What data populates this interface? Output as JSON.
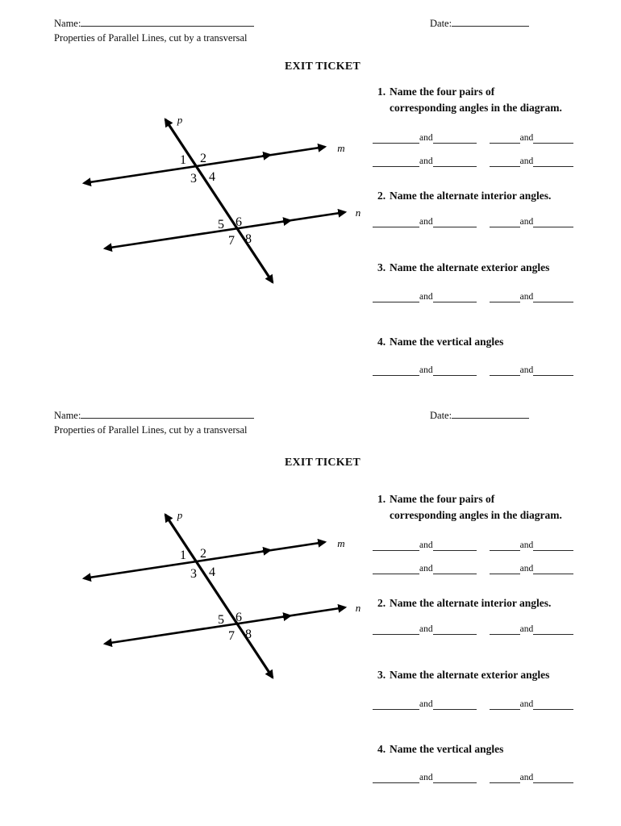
{
  "page": {
    "background": "#ffffff",
    "ink": "#000000",
    "line_color": "#2a2a2a"
  },
  "ticket": {
    "name_label": "Name:",
    "date_label": "Date:",
    "subtitle": "Properties of Parallel Lines, cut by a transversal",
    "title": "EXIT TICKET",
    "connector": "and",
    "diagram": {
      "transversal_label": "p",
      "top_line_label": "m",
      "bottom_line_label": "n",
      "angle_numbers": [
        "1",
        "2",
        "3",
        "4",
        "5",
        "6",
        "7",
        "8"
      ]
    },
    "questions": [
      {
        "num": "1.",
        "lines": [
          "Name the four pairs of",
          "corresponding angles in the diagram."
        ]
      },
      {
        "num": "2.",
        "lines": [
          "Name the alternate interior angles."
        ]
      },
      {
        "num": "3.",
        "lines": [
          "Name the alternate exterior angles"
        ]
      },
      {
        "num": "4.",
        "lines": [
          "Name the vertical angles"
        ]
      }
    ]
  }
}
